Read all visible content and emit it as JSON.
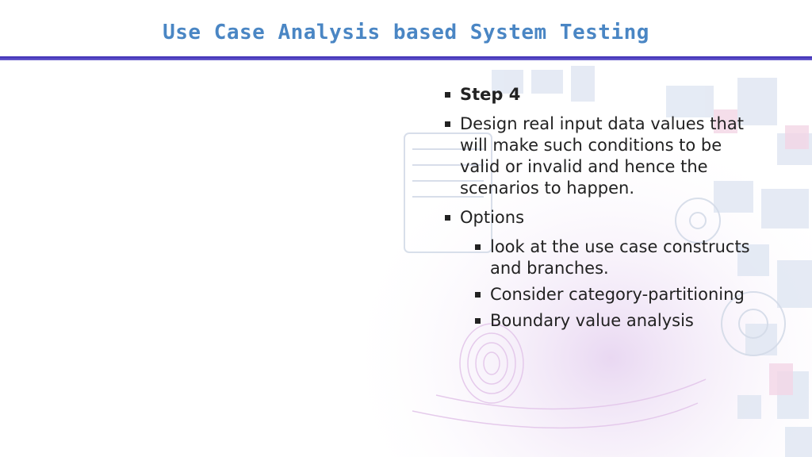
{
  "header": {
    "title": "Use Case Analysis based System Testing",
    "accent_color": "#4a86c4",
    "bar_color": "#3b2bb3"
  },
  "content": {
    "bullets": [
      {
        "text": "Step 4",
        "bold": true
      },
      {
        "text": "Design real input data values that will make such conditions to be valid or invalid and hence the scenarios to happen."
      },
      {
        "text": "Options",
        "sub": [
          "look at the use case constructs and branches.",
          "Consider category-partitioning",
          "Boundary value analysis"
        ]
      }
    ]
  },
  "background": {
    "icon": "tech-collage-background"
  }
}
